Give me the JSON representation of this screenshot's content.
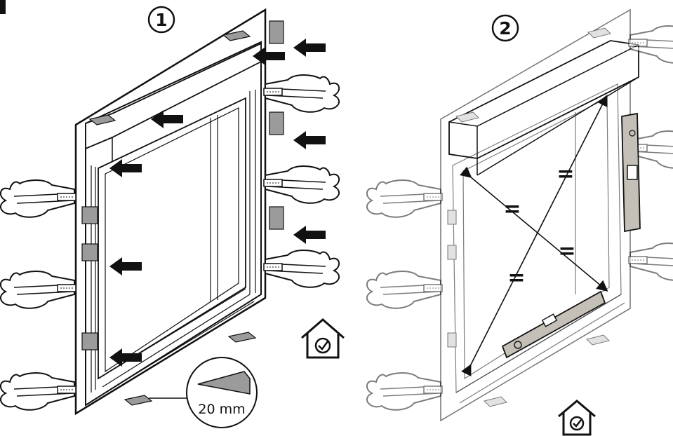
{
  "steps": [
    {
      "number": "1"
    },
    {
      "number": "2"
    }
  ],
  "shim_callout": {
    "label": "20 mm"
  },
  "equal_marks": [
    "=",
    "=",
    "=",
    "="
  ],
  "icons": [
    "house-check-icon",
    "house-check-icon",
    "level-tool-icon",
    "push-arrow-icon",
    "shim-wedge-icon"
  ],
  "colors": {
    "line": "#111111",
    "shim": "#9b9b9b",
    "level": "#c4c0b7"
  }
}
